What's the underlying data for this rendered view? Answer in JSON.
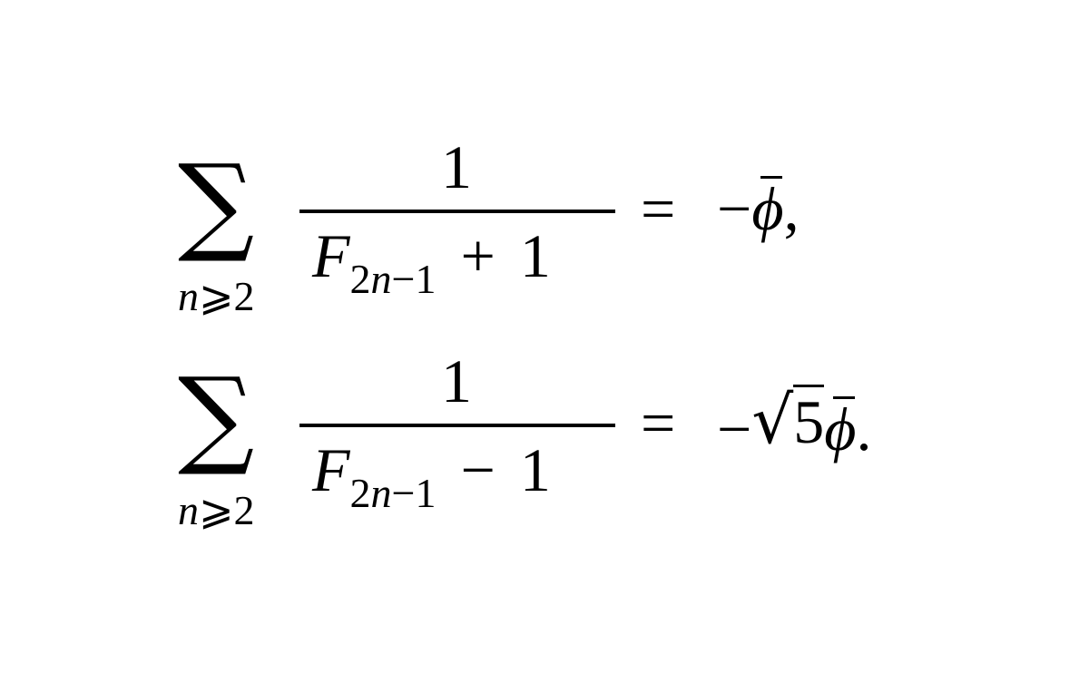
{
  "equations": [
    {
      "sum_symbol": "∑",
      "sum_lower": {
        "var": "n",
        "rel": "⩾",
        "bound": "2"
      },
      "numerator": "1",
      "denominator": {
        "var": "F",
        "index_num": "2",
        "index_var": "n",
        "index_rest": "−1",
        "op": "+",
        "const": "1"
      },
      "equals": "=",
      "rhs_sign": "−",
      "rhs_phi": "ϕ",
      "rhs_end": ","
    },
    {
      "sum_symbol": "∑",
      "sum_lower": {
        "var": "n",
        "rel": "⩾",
        "bound": "2"
      },
      "numerator": "1",
      "denominator": {
        "var": "F",
        "index_num": "2",
        "index_var": "n",
        "index_rest": "−1",
        "op": "−",
        "const": "1"
      },
      "equals": "=",
      "rhs_sign": "−",
      "rhs_sqrt": "√",
      "rhs_radicand": "5",
      "rhs_phi": "ϕ",
      "rhs_end": "."
    }
  ]
}
